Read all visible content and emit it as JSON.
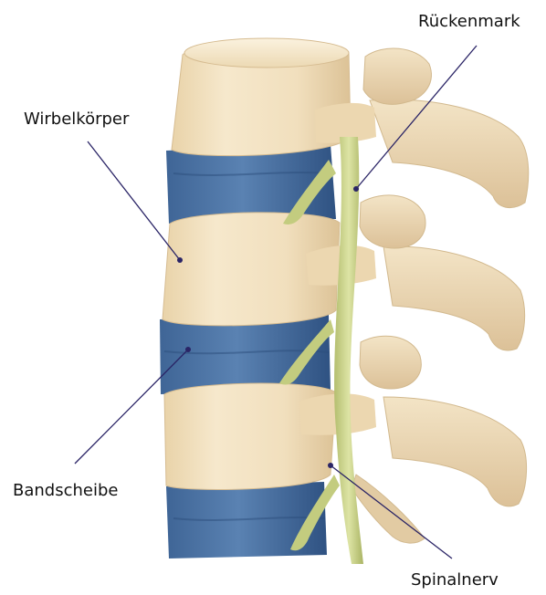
{
  "labels": {
    "rueckenmark": "Rückenmark",
    "wirbelkoerper": "Wirbelkörper",
    "bandscheibe": "Bandscheibe",
    "spinalnerv": "Spinalnerv"
  },
  "colors": {
    "bone": "#f1dfbd",
    "bone_shadow": "#d8be93",
    "disc": "#4f77a8",
    "disc_dark": "#36598a",
    "nerve": "#cfd690",
    "nerve_dark": "#a9b368",
    "leader_line": "#2a2466"
  }
}
